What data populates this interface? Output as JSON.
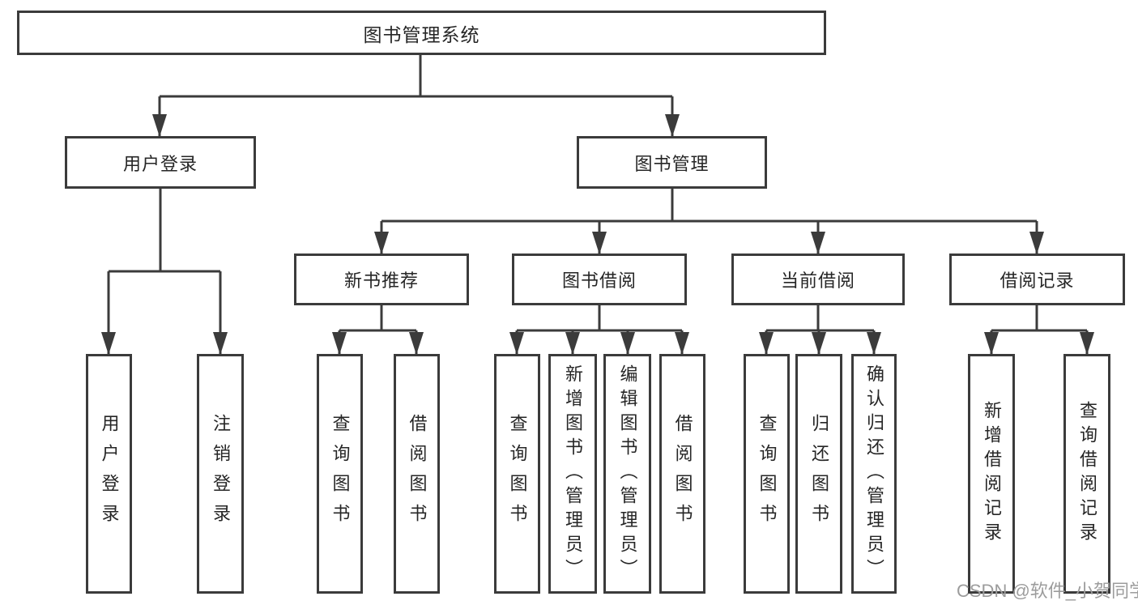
{
  "colors": {
    "line": "#3b3b3b",
    "box_border": "#3b3b3b",
    "text": "#262626",
    "background": "#ffffff",
    "watermark": "#9c9c9c"
  },
  "watermark": {
    "text": "CSDN @软件_小贺同学"
  },
  "tree": {
    "root": {
      "label": "图书管理系统"
    },
    "branches": [
      {
        "label": "用户登录",
        "children": [
          {
            "label": "用户登录"
          },
          {
            "label": "注销登录"
          }
        ]
      },
      {
        "label": "图书管理",
        "children": [
          {
            "label": "新书推荐",
            "children": [
              {
                "label": "查询图书"
              },
              {
                "label": "借阅图书"
              }
            ]
          },
          {
            "label": "图书借阅",
            "children": [
              {
                "label": "查询图书"
              },
              {
                "label": "新增图书（管理员）"
              },
              {
                "label": "编辑图书（管理员）"
              },
              {
                "label": "借阅图书"
              }
            ]
          },
          {
            "label": "当前借阅",
            "children": [
              {
                "label": "查询图书"
              },
              {
                "label": "归还图书"
              },
              {
                "label": "确认归还（管理员）"
              }
            ]
          },
          {
            "label": "借阅记录",
            "children": [
              {
                "label": "新增借阅记录"
              },
              {
                "label": "查询借阅记录"
              }
            ]
          }
        ]
      }
    ]
  }
}
